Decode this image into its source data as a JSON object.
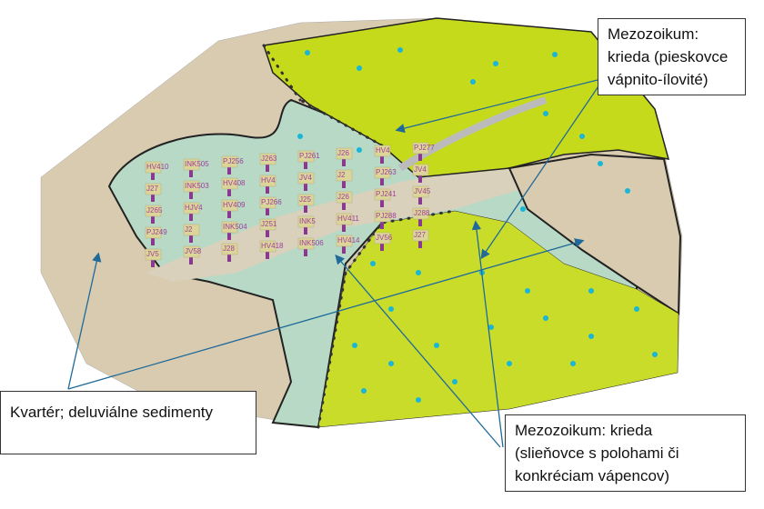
{
  "callouts": {
    "top_right": {
      "lines": [
        "Mezozoikum:",
        "krieda (pieskovce",
        "vápnito-ílovité)"
      ]
    },
    "bottom_left": {
      "lines": [
        "Kvartér; deluviálne sedimenty"
      ]
    },
    "bottom_right": {
      "lines": [
        "Mezozoikum: krieda",
        "(slieňovce s polohami či",
        "konkréciam vápencov)"
      ]
    }
  },
  "boreholes": [
    "HV410",
    "INK505",
    "PJ256",
    "J263",
    "PJ261",
    "J26",
    "HV4",
    "PJ277",
    "J27",
    "INK503",
    "HV408",
    "HV4",
    "JV4",
    "J2",
    "PJ263",
    "JV4",
    "J265",
    "HJV4",
    "HV409",
    "PJ266",
    "J25",
    "J26",
    "PJ241",
    "JV45",
    "PJ249",
    "J2",
    "INK504",
    "J251",
    "INK5",
    "HV411",
    "PJ288",
    "J288",
    "JV5",
    "JV58",
    "J28",
    "HV418",
    "INK506",
    "HV414",
    "JV56",
    "J27"
  ],
  "colors": {
    "quaternary": "#d8cbb0",
    "mint": "#b7d9c6",
    "cretaceous_sandstone": "#c6da1c",
    "marl": "#c9dc2a",
    "borehole": "#dcd59a",
    "casing": "#8a3a8e",
    "dots": "#19b6d8",
    "arrows": "#1f6a9a"
  }
}
